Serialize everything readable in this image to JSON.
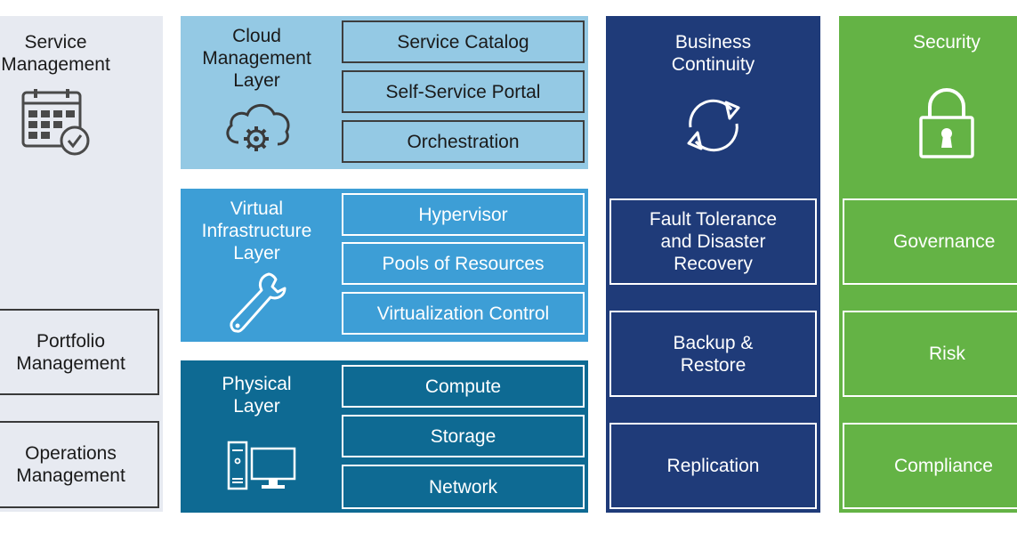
{
  "management": {
    "service": "Service\nManagement",
    "portfolio": "Portfolio\nManagement",
    "operations": "Operations\nManagement"
  },
  "layers": {
    "cloud": {
      "title": "Cloud\nManagement\nLayer",
      "items": [
        "Service Catalog",
        "Self-Service Portal",
        "Orchestration"
      ]
    },
    "virtual": {
      "title": "Virtual\nInfrastructure\nLayer",
      "items": [
        "Hypervisor",
        "Pools of Resources",
        "Virtualization Control"
      ]
    },
    "physical": {
      "title": "Physical\nLayer",
      "items": [
        "Compute",
        "Storage",
        "Network"
      ]
    }
  },
  "business_continuity": {
    "title": "Business\nContinuity",
    "items": [
      "Fault Tolerance\nand Disaster\nRecovery",
      "Backup &\nRestore",
      "Replication"
    ]
  },
  "security": {
    "title": "Security",
    "items": [
      "Governance",
      "Risk",
      "Compliance"
    ]
  },
  "icons": {
    "service": "calendar-check-icon",
    "cloud": "cloud-gear-icon",
    "virtual": "wrench-icon",
    "physical": "desktop-computer-icon",
    "continuity": "sync-arrows-icon",
    "security": "padlock-icon"
  },
  "colors": {
    "management_bg": "#e7eaf1",
    "cloud_layer": "#94c9e4",
    "virtual_layer": "#3d9ed6",
    "physical_layer": "#0e6a93",
    "business_continuity": "#1f3b79",
    "security": "#64b345"
  }
}
